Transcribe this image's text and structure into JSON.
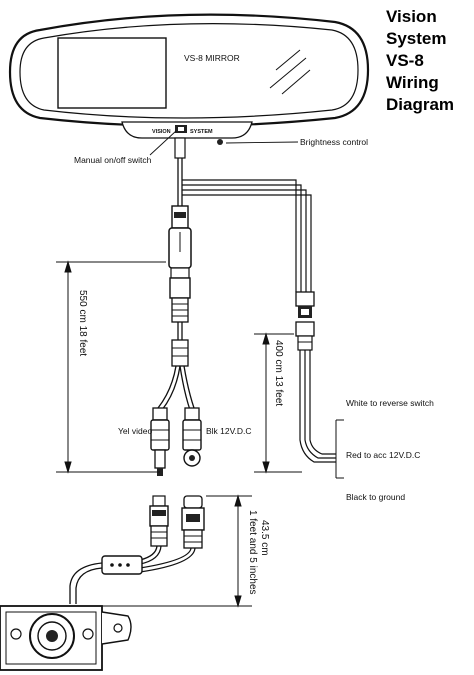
{
  "title": {
    "line1": "Vision",
    "line2": "System",
    "line3": "VS-8",
    "line4": "Wiring",
    "line5": "Diagram"
  },
  "mirror": {
    "label": "VS-8 MIRROR",
    "switch_left": "VISION",
    "switch_right": "SYSTEM"
  },
  "callouts": {
    "brightness": "Brightness control",
    "manual_switch": "Manual on/off switch",
    "white_wire": "White to reverse switch",
    "red_wire": "Red to acc 12V.D.C",
    "black_wire": "Black to ground",
    "yel_video": "Yel video",
    "blk_power": "Blk 12V.D.C"
  },
  "dimensions": {
    "main_cable": "550 cm  18 feet",
    "side_cable": "400 cm  13 feet",
    "camera_cable_1": "43.5 cm",
    "camera_cable_2": "1 feet and 5 inches"
  }
}
